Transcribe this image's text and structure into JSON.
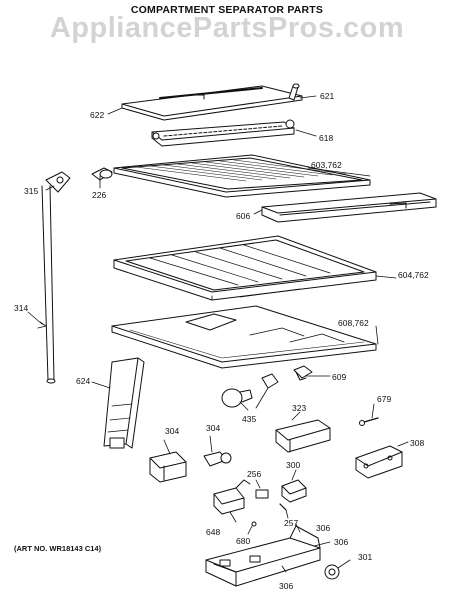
{
  "title": "COMPARTMENT SEPARATOR PARTS",
  "watermark": "AppliancePartsPros.com",
  "art_number": "(ART NO. WR18143 C14)",
  "callouts": {
    "p621": "621",
    "p622": "622",
    "p618": "618",
    "p603": "603,762",
    "p315": "315",
    "p226": "226",
    "p606": "606",
    "p604": "604,762",
    "p314": "314",
    "p608": "608,762",
    "p624": "624",
    "p609": "609",
    "p679": "679",
    "p435": "435",
    "p323": "323",
    "p304a": "304",
    "p304b": "304",
    "p308": "308",
    "p256": "256",
    "p300": "300",
    "p257": "257",
    "p648": "648",
    "p680": "680",
    "p306a": "306",
    "p306b": "306",
    "p306c": "306",
    "p301": "301"
  }
}
